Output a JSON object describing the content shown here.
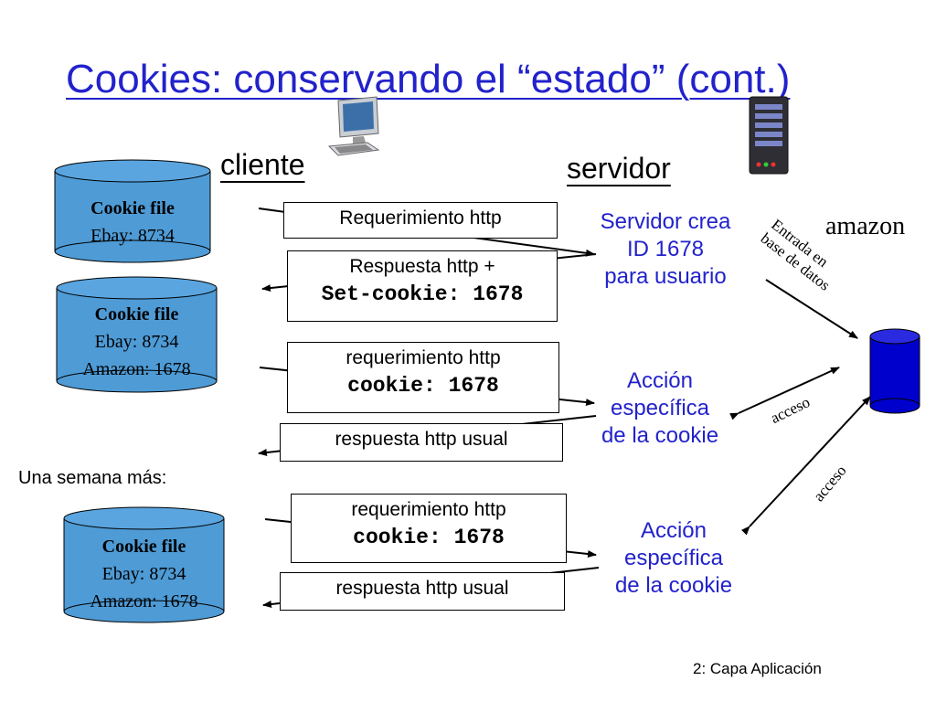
{
  "title": "Cookies: conservando el “estado” (cont.)",
  "labels": {
    "client": "cliente",
    "server": "servidor",
    "amazon": "amazon",
    "week_later": "Una semana más:",
    "footer": "2: Capa Aplicación"
  },
  "cylinders": [
    {
      "heading": "Cookie file",
      "lines": [
        "Ebay: 8734"
      ]
    },
    {
      "heading": "Cookie file",
      "lines": [
        "Ebay: 8734",
        "Amazon: 1678"
      ]
    },
    {
      "heading": "Cookie file",
      "lines": [
        "Ebay: 8734",
        "Amazon: 1678"
      ]
    }
  ],
  "messages": {
    "m1": {
      "line1": "Requerimiento http"
    },
    "m2": {
      "line1": "Respuesta http +",
      "line2": "Set-cookie: 1678"
    },
    "m3": {
      "line1": "requerimiento http",
      "line2": "cookie: 1678"
    },
    "m4": {
      "line1": "respuesta http usual"
    },
    "m5": {
      "line1": "requerimiento http",
      "line2": "cookie: 1678"
    },
    "m6": {
      "line1": "respuesta http usual"
    }
  },
  "server_actions": {
    "a1": [
      "Servidor crea",
      "ID 1678",
      "para usuario"
    ],
    "a2": [
      "Acción",
      "específica",
      "de la cookie"
    ],
    "a3": [
      "Acción",
      "específica",
      "de la cookie"
    ]
  },
  "db_labels": {
    "entry": [
      "Entrada en",
      "base de datos"
    ],
    "access1": "acceso",
    "access2": "acceso"
  },
  "colors": {
    "title": "#2222cc",
    "cylinder": "#4e9bd6",
    "database": "#0000cc"
  },
  "icons": [
    "desktop-computer-icon",
    "server-tower-icon"
  ]
}
